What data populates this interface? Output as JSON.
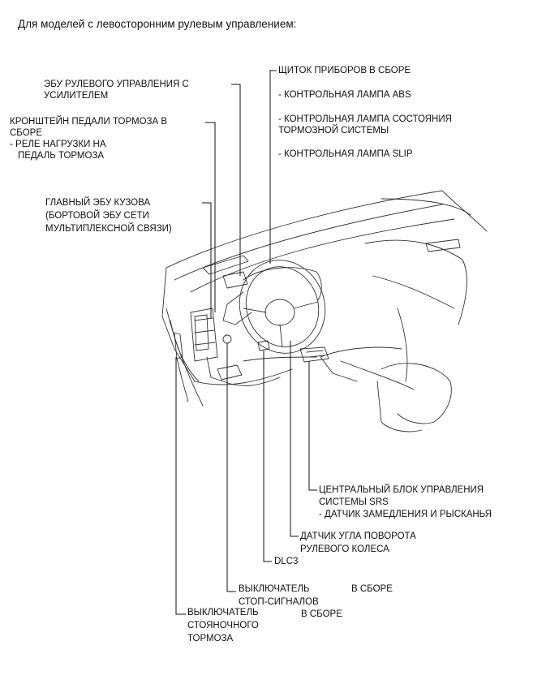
{
  "title": "Для моделей с левосторонним рулевым управлением:",
  "labels": {
    "instrument_cluster": "ЩИТОК ПРИБОРОВ В СБОРЕ",
    "abs_lamp": "- КОНТРОЛЬНАЯ ЛАМПА ABS",
    "brake_lamp_line1": "- КОНТРОЛЬНАЯ ЛАМПА СОСТОЯНИЯ",
    "brake_lamp_line2": "ТОРМОЗНОЙ СИСТЕМЫ",
    "slip_lamp": "- КОНТРОЛЬНАЯ ЛАМПА SLIP",
    "eps_ecu_line1": "ЭБУ РУЛЕВОГО УПРАВЛЕНИЯ С",
    "eps_ecu_line2": "УСИЛИТЕЛЕМ",
    "pedal_bracket_line1": "КРОНШТЕЙН ПЕДАЛИ ТОРМОЗА В",
    "pedal_bracket_line2": "СБОРЕ",
    "pedal_relay_line1": "- РЕЛЕ НАГРУЗКИ НА",
    "pedal_relay_line2": "ПЕДАЛЬ ТОРМОЗА",
    "body_ecu_line1": "ГЛАВНЫЙ ЭБУ КУЗОВА",
    "body_ecu_line2": "(БОРТОВОЙ ЭБУ СЕТИ",
    "body_ecu_line3": "МУЛЬТИПЛЕКСНОЙ СВЯЗИ)",
    "srs_line1": "ЦЕНТРАЛЬНЫЙ БЛОК УПРАВЛЕНИЯ",
    "srs_line2": "СИСТЕМЫ SRS",
    "srs_line3": "- ДАТЧИК ЗАМЕДЛЕНИЯ И РЫСКАНЬЯ",
    "steer_sensor_line1": "ДАТЧИК УГЛА ПОВОРОТА",
    "steer_sensor_line2": "РУЛЕВОГО КОЛЕСА",
    "dlc3": "DLC3",
    "stop_switch_line1": "ВЫКЛЮЧАТЕЛЬ",
    "stop_switch_line2": "СТОП-СИГНАЛОВ",
    "stop_switch_assy_a": "В СБОРЕ",
    "stop_switch_assy_b": "В СБОРЕ",
    "park_switch_line1": "ВЫКЛЮЧАТЕЛЬ",
    "park_switch_line2": "СТОЯНОЧНОГО",
    "park_switch_line3": "ТОРМОЗА"
  }
}
